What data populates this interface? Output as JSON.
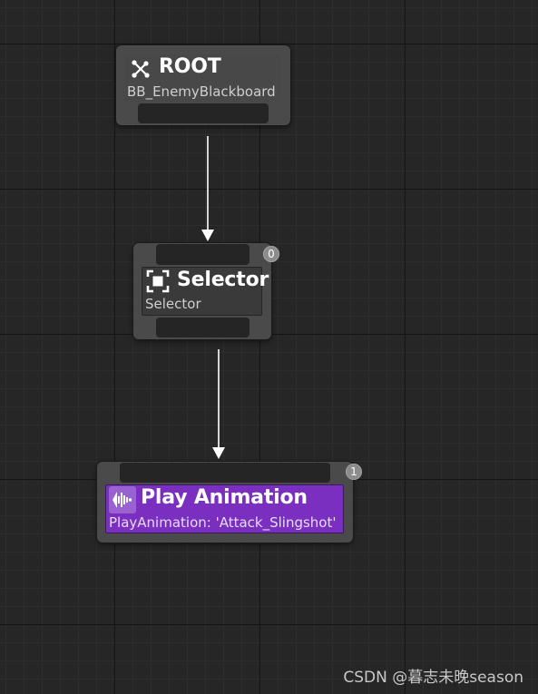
{
  "nodes": {
    "root": {
      "title": "ROOT",
      "subtitle": "BB_EnemyBlackboard",
      "icon": "branch-icon"
    },
    "selector": {
      "title": "Selector",
      "subtitle": "Selector",
      "icon": "selector-icon",
      "execution_index": "0"
    },
    "play_animation": {
      "title": "Play Animation",
      "subtitle": "PlayAnimation: 'Attack_Slingshot'",
      "icon": "animation-waveform-icon",
      "execution_index": "1",
      "accent_color": "#7a2fc0"
    }
  },
  "colors": {
    "background": "#262626",
    "node_frame": "#4a4a4a",
    "wire": "#ffffff"
  },
  "watermark": "CSDN @暮志未晚season"
}
